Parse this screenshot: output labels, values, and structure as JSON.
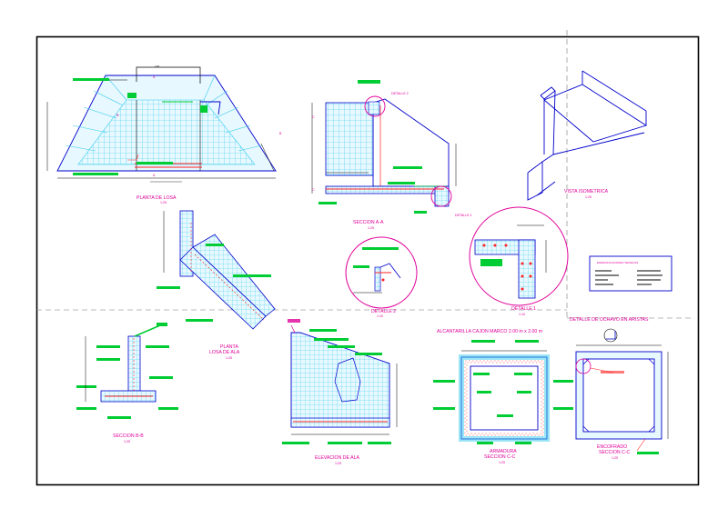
{
  "colors": {
    "frame": "#000000",
    "concrete": "#0000cc",
    "rebar_mesh": "#33ccee",
    "fill": "#e8f8ff",
    "title": "#e0009a",
    "note": "#00cc33",
    "bar": "#ff2020"
  },
  "views": {
    "planta_losa": {
      "title": "PLANTA DE LOSA",
      "scale": "1:25"
    },
    "seccion_aa": {
      "title": "SECCION A-A",
      "scale": "1:25",
      "detalle1_ref": "DETALLE 1",
      "detalle2_ref": "DETALLE 2"
    },
    "vista_isometrica": {
      "title": "VISTA ISOMETRICA",
      "scale": "1:25"
    },
    "planta_losa_ala": {
      "title_line1": "PLANTA",
      "title_line2": "LOSA DE ALA",
      "scale": "1:25"
    },
    "detalle2": {
      "title": "DETALLE 2",
      "scale": "1:10"
    },
    "detalle1": {
      "title": "DETALLE 1",
      "scale": "1:10"
    },
    "especificaciones": {
      "title": "ESPECIFICACIONES TECNICAS"
    },
    "detalle_ochavo": {
      "title": "DETALLE DE OCHAVO EN ARISTAS"
    },
    "seccion_bb": {
      "title": "SECCION B-B",
      "scale": "1:25"
    },
    "elevacion_ala": {
      "title": "ELEVACION DE ALA",
      "scale": "1:25"
    },
    "alcantarilla": {
      "title": "ALCANTARILLA CAJON MARCO 2.00 m x 2.00 m"
    },
    "armadura": {
      "title_line1": "ARMADURA",
      "title_line2": "SECCION C-C",
      "scale": "1:25"
    },
    "encofrado": {
      "title_line1": "ENCOFRADO",
      "title_line2": "SECCION C-C",
      "scale": "1:25"
    }
  },
  "markers": {
    "a": "A",
    "b": "B",
    "c": "C"
  }
}
